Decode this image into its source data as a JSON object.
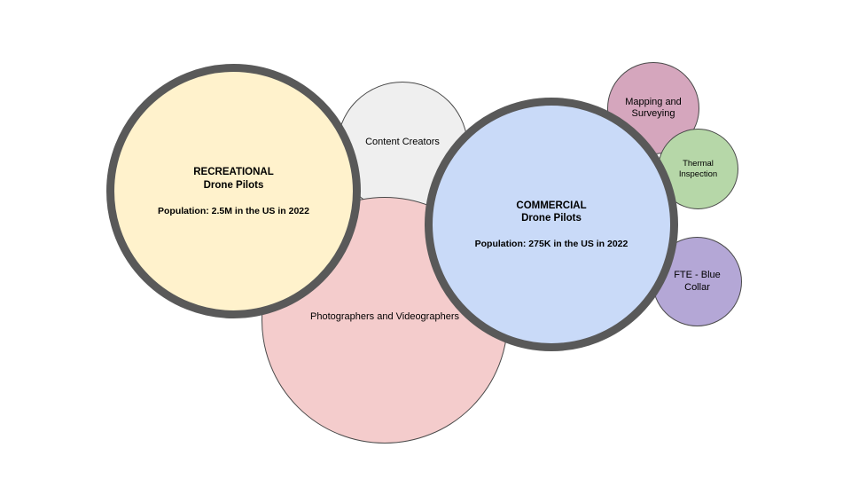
{
  "diagram": {
    "circles": {
      "recreational": {
        "heading": "RECREATIONAL",
        "subheading": "Drone Pilots",
        "population": "Population: 2.5M in the US in 2022",
        "fill": "#fff2cc",
        "border": "#595959"
      },
      "commercial": {
        "heading": "COMMERCIAL",
        "subheading": "Drone Pilots",
        "population": "Population: 275K in the US in 2022",
        "fill": "#c9daf8",
        "border": "#595959"
      },
      "content_creators": {
        "label": "Content Creators",
        "fill": "#efefef"
      },
      "photographers": {
        "label": "Photographers and Videographers",
        "fill": "#f4cccc"
      },
      "mapping": {
        "label": "Mapping and Surveying",
        "fill": "#d5a6bd"
      },
      "thermal": {
        "label": "Thermal Inspection",
        "fill": "#b6d7a8"
      },
      "fte": {
        "label": "FTE - Blue Collar",
        "fill": "#b4a7d6"
      }
    }
  }
}
